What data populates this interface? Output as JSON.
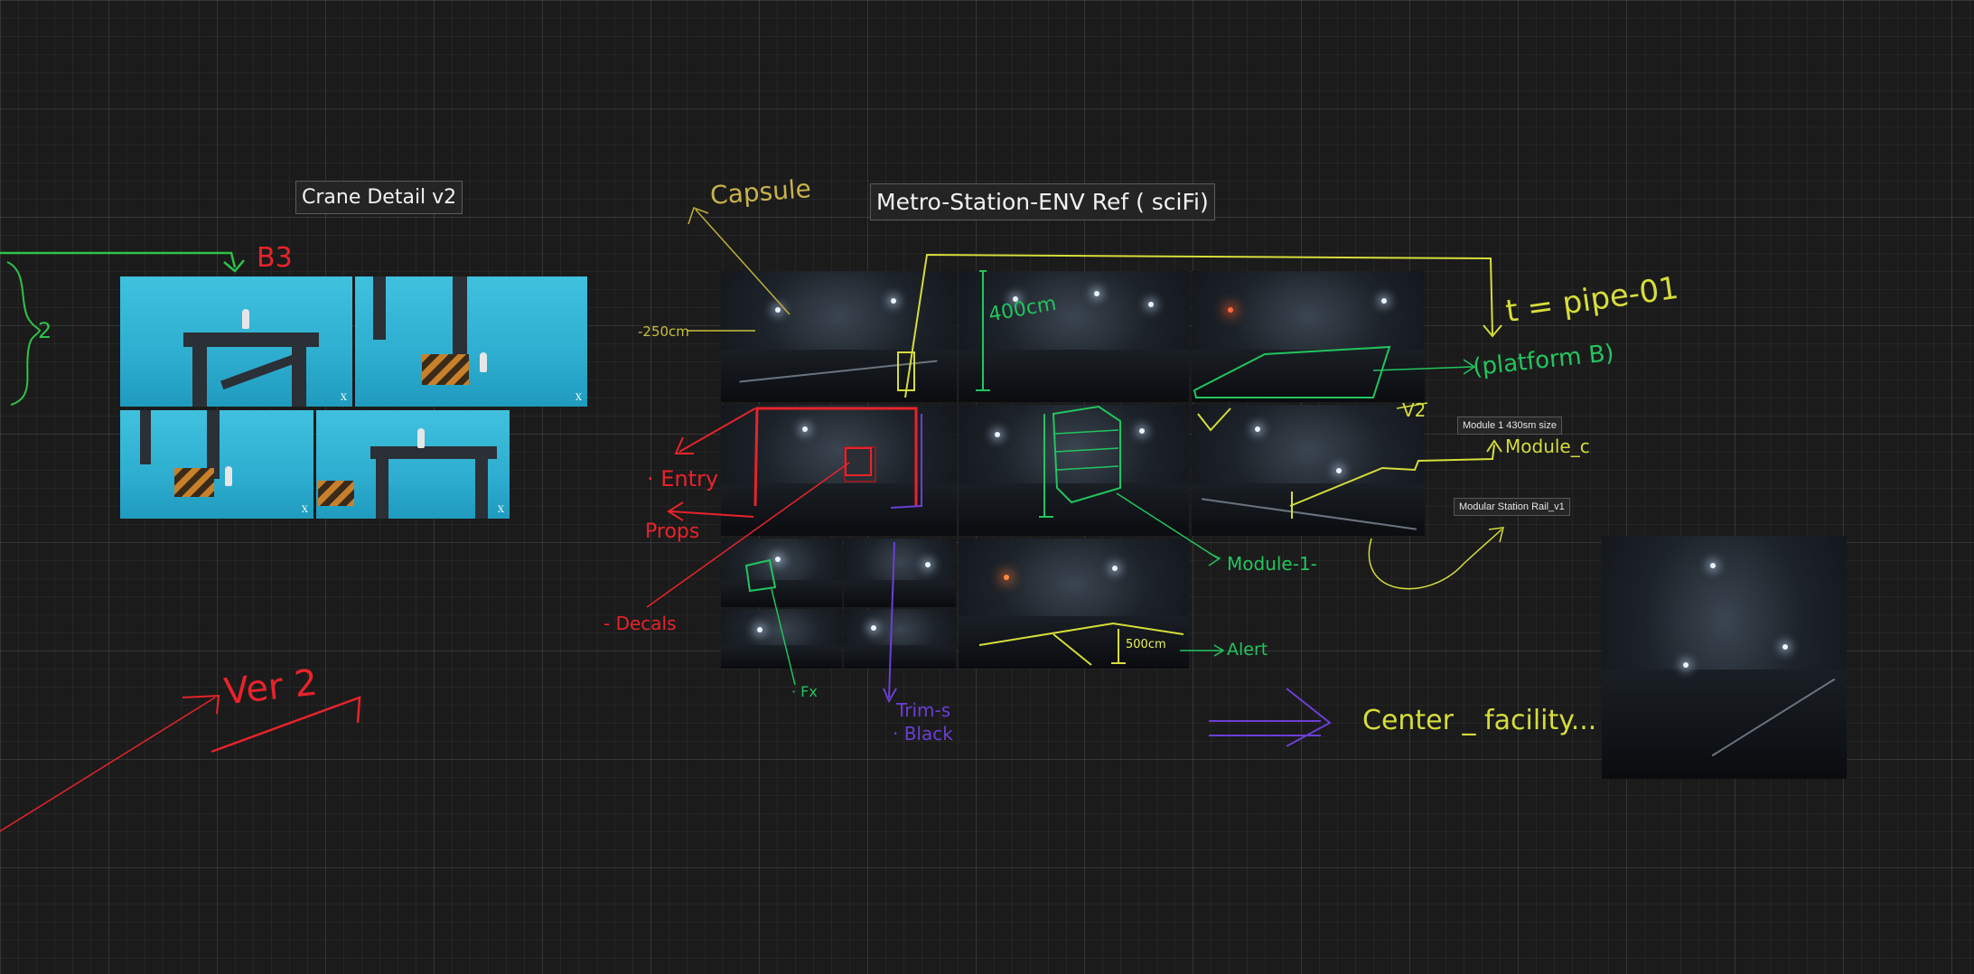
{
  "boards": {
    "crane_title": "Crane Detail v2",
    "metro_title": "Metro-Station-ENV Ref ( sciFi)"
  },
  "tags": {
    "module_size": "Module 1 430sm size",
    "station_rail": "Modular Station Rail_v1"
  },
  "handwriting": {
    "b3": "B3",
    "brace_2": "2",
    "ver2": "Ver 2",
    "capsule": "Capsule",
    "dist_250": "-250cm",
    "dist_400": "400cm",
    "dist_500": "500cm",
    "entry": "· Entry",
    "props": "Props",
    "decals": "- Decals",
    "fx": "· Fx",
    "trim": "Trim-s",
    "black": "· Black",
    "module1": "Module-1-",
    "alert": "Alert",
    "pipe": "t = pipe-01",
    "platform_b": "(platform B)",
    "v2": "V2",
    "module_c": "Module_c",
    "center_facility": "Center _ facility..."
  },
  "watermark": "X",
  "colors": {
    "red": "#e8232b",
    "green": "#22c55e",
    "yellow": "#d6dd3a",
    "purple": "#6b3fd6",
    "brace_green": "#2fc24a"
  }
}
